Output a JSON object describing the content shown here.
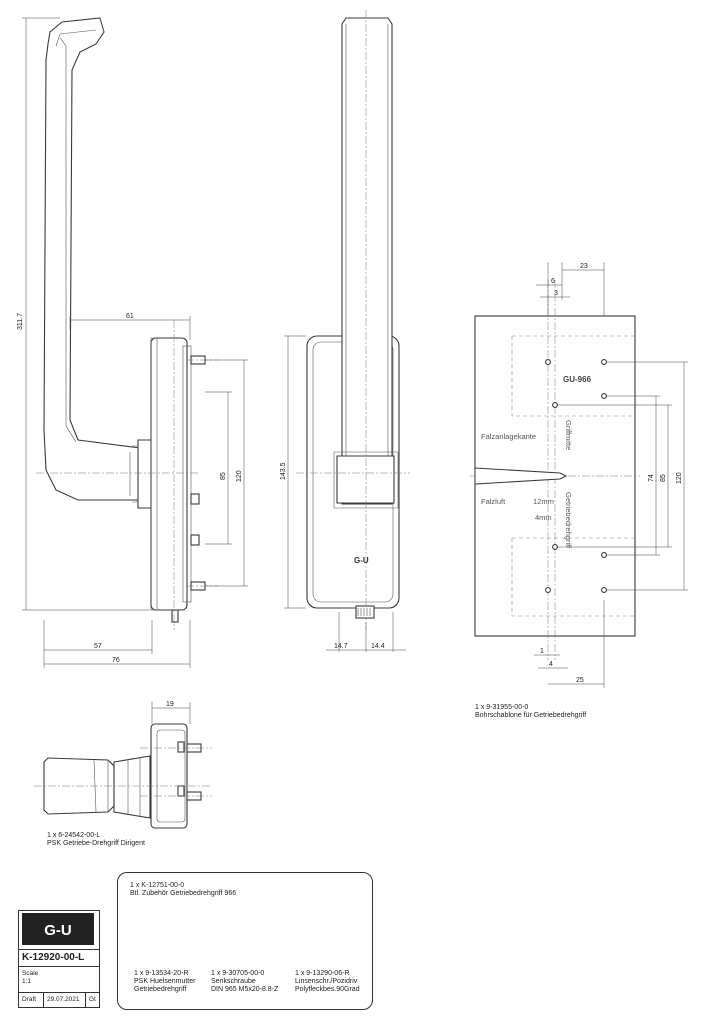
{
  "views": {
    "side": {
      "dims": [
        "311.7",
        "61",
        "85",
        "120",
        "57",
        "76"
      ]
    },
    "front": {
      "dims": [
        "143.5",
        "14.7",
        "14.4"
      ],
      "logo": "G-U"
    },
    "template": {
      "dims_top": [
        "23",
        "6",
        "3"
      ],
      "dims_right": [
        "74",
        "85",
        "120"
      ],
      "dims_bottom": [
        "1",
        "4",
        "25"
      ],
      "texts": {
        "brand": "GU-966",
        "falzanlagekante": "Falzanlagekante",
        "griffmitte": "Griffmitte",
        "falzluft": "Falzluft",
        "mm12": "12mm",
        "mm4": "4mm",
        "getriebe": "Getriebedrehgriff"
      }
    },
    "top": {
      "dims": [
        "19"
      ]
    }
  },
  "notes": {
    "handle_line1": "1 x 6-24542-00-L",
    "handle_line2": "PSK Getriebe-Drehgriff Dirigent",
    "template_line1": "1 x 9-31955-00-0",
    "template_line2": "Bohrschablone für Getriebedrehgriff"
  },
  "accessory": {
    "header_line1": "1 x K-12751-00-0",
    "header_line2": "Btl. Zubehör Getriebedrehgriff 966",
    "items": [
      {
        "line1": "1 x 9-13534-20-R",
        "line2": "PSK Huelsenmutter",
        "line3": "Getriebedrehgriff"
      },
      {
        "line1": "1 x 9-30705-00-0",
        "line2": "Senkschraube",
        "line3": "DIN 965 M5x20-8.8-Z"
      },
      {
        "line1": "1 x 9-13290-06-R",
        "line2": "Linsenschr./Pozidriv",
        "line3": "Polyfleckbes.90Grad"
      }
    ]
  },
  "title_block": {
    "logo": "G-U",
    "number": "K-12920-00-L",
    "scale_label": "Scale",
    "scale_value": "1:1",
    "draft_label": "Draft",
    "date": "29.07.2021",
    "author": "Gt"
  }
}
